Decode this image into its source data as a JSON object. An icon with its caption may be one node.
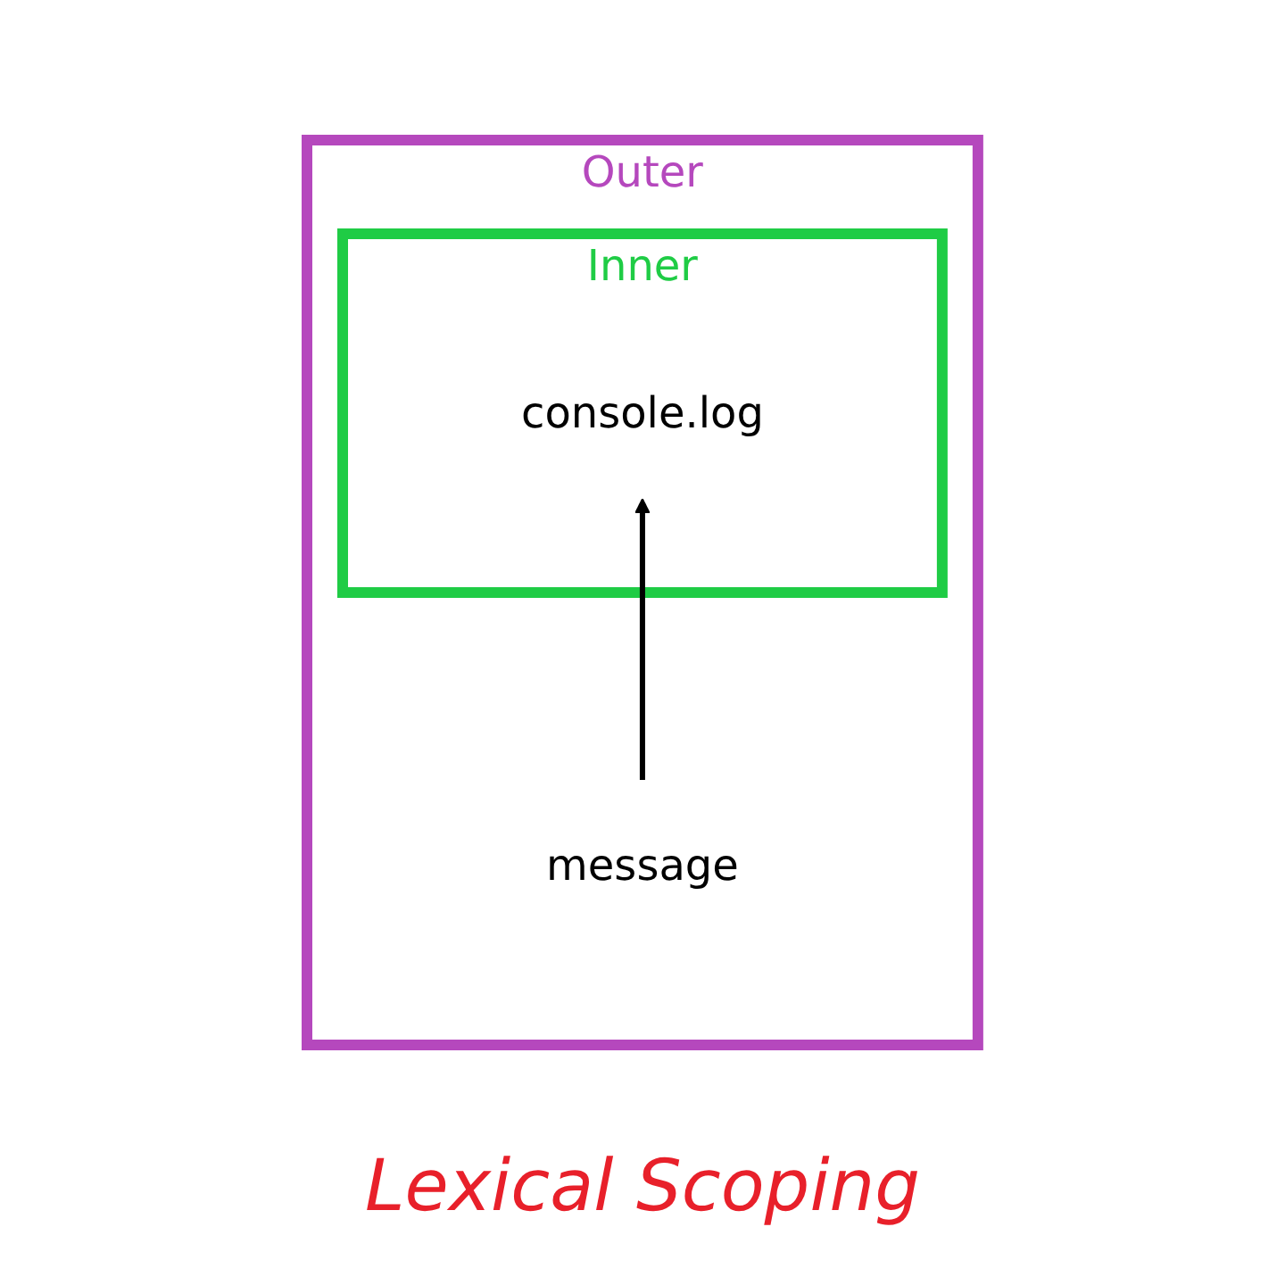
{
  "diagram": {
    "caption": "Lexical Scoping",
    "nodes": [
      {
        "text": [
          "Outer"
        ]
      },
      {
        "text": [
          "Inner"
        ],
        "in": 0
      },
      {
        "text": [
          "console.log"
        ],
        "in": 1
      },
      {
        "text": [
          "message"
        ],
        "in": 0
      }
    ],
    "edges": [
      {
        "from": 3,
        "to": 2,
        "arrow": "to"
      }
    ]
  }
}
